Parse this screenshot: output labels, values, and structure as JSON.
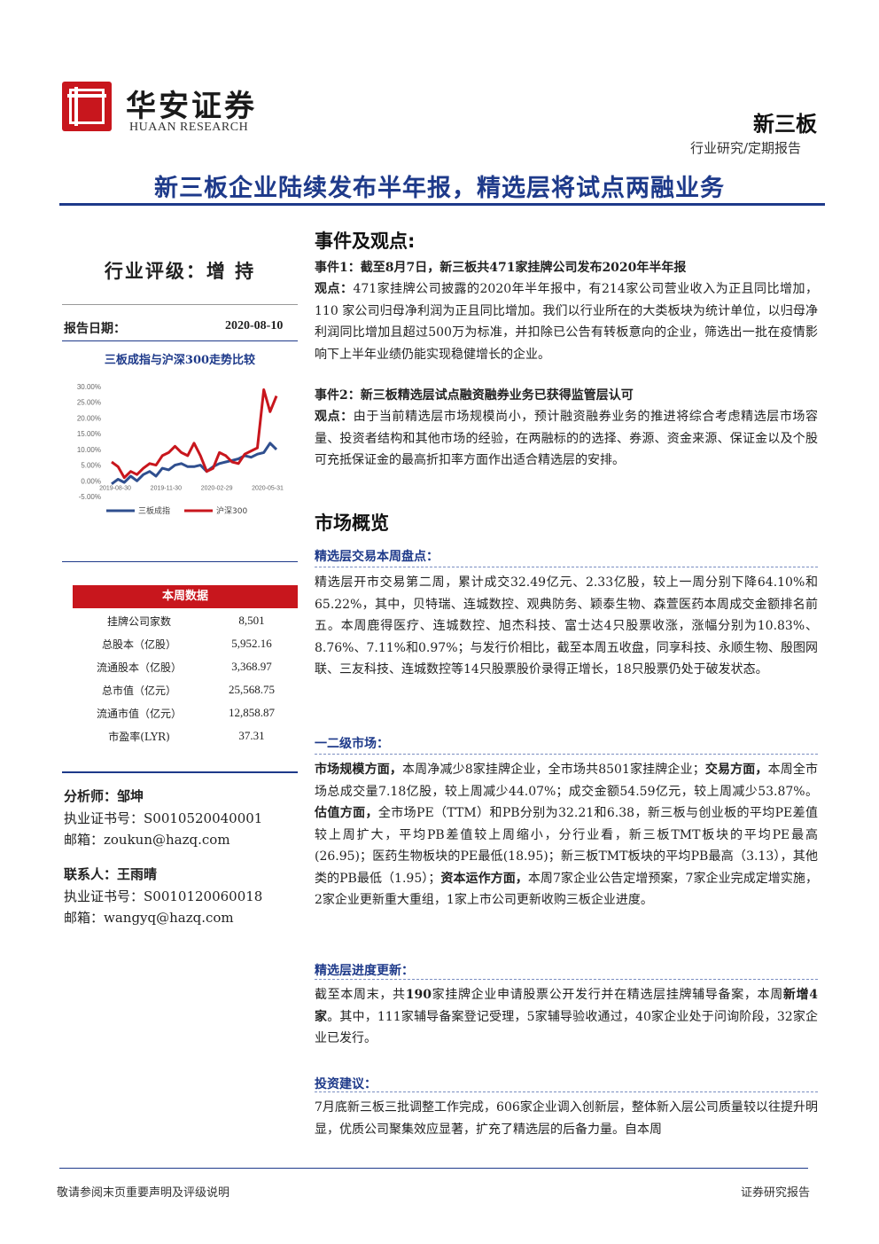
{
  "header": {
    "brand_cn": "华安证券",
    "brand_en": "HUAAN RESEARCH",
    "sector": "新三板",
    "report_type": "行业研究/定期报告"
  },
  "title": "新三板企业陆续发布半年报，精选层将试点两融业务",
  "sidebar": {
    "rating": "行业评级：增 持",
    "date_label": "报告日期：",
    "date_value": "2020-08-10",
    "chart_title": "三板成指与沪深300走势比较",
    "table_title": "本周数据",
    "table_rows": [
      {
        "k": "挂牌公司家数",
        "v": "8,501"
      },
      {
        "k": "总股本（亿股）",
        "v": "5,952.16"
      },
      {
        "k": "流通股本（亿股）",
        "v": "3,368.97"
      },
      {
        "k": "总市值（亿元）",
        "v": "25,568.75"
      },
      {
        "k": "流通市值（亿元）",
        "v": "12,858.87"
      },
      {
        "k": "市盈率(LYR)",
        "v": "37.31"
      }
    ],
    "analyst_label": "分析师：",
    "analyst_name": "邹坤",
    "analyst_cert": "执业证书号：S0010520040001",
    "analyst_email": "邮箱：zoukun@hazq.com",
    "contact_label": "联系人：",
    "contact_name": "王雨晴",
    "contact_cert": "执业证书号：S0010120060018",
    "contact_email": "邮箱：wangyq@hazq.com"
  },
  "chart_data": {
    "type": "line",
    "title": "三板成指与沪深300走势比较",
    "y_ticks": [
      "30.00%",
      "25.00%",
      "20.00%",
      "15.00%",
      "10.00%",
      "5.00%",
      "0.00%",
      "-5.00%"
    ],
    "x_ticks": [
      "2019-08-30",
      "2019-11-30",
      "2020-02-29",
      "2020-05-31"
    ],
    "ylim": [
      -5,
      30
    ],
    "series": [
      {
        "name": "三板成指",
        "color": "#2f4f8f",
        "values": [
          -1.0,
          0.5,
          -0.5,
          1.5,
          0.0,
          2.0,
          3.0,
          1.5,
          4.0,
          3.5,
          5.0,
          5.5,
          4.5,
          4.5,
          5.0,
          3.0,
          4.5,
          5.5,
          6.0,
          6.5,
          7.0,
          8.0,
          7.5,
          8.5,
          9.0,
          12.0,
          10.0
        ]
      },
      {
        "name": "沪深300",
        "color": "#c8161d",
        "values": [
          6.0,
          4.5,
          1.0,
          3.0,
          2.0,
          4.0,
          5.5,
          5.0,
          8.0,
          9.0,
          11.0,
          9.0,
          8.0,
          12.0,
          8.0,
          3.0,
          4.0,
          9.0,
          8.0,
          6.0,
          5.5,
          8.5,
          9.5,
          10.5,
          29.0,
          22.0,
          27.0
        ]
      }
    ]
  },
  "main": {
    "h_events": "事件及观点:",
    "event1_title": "事件1：截至8月7日，新三板共471家挂牌公司发布2020年半年报",
    "view_label": "观点：",
    "event1_text": "471家挂牌公司披露的2020年半年报中，有214家公司营业收入为正且同比增加，110 家公司归母净利润为正且同比增加。我们以行业所在的大类板块为统计单位，以归母净利润同比增加且超过500万为标准，并扣除已公告有转板意向的企业，筛选出一批在疫情影响下上半年业绩仍能实现稳健增长的企业。",
    "event2_title": "事件2：新三板精选层试点融资融券业务已获得监管层认可",
    "event2_text": "由于当前精选层市场规模尚小，预计融资融券业务的推进将综合考虑精选层市场容量、投资者结构和其他市场的经验，在两融标的的选择、券源、资金来源、保证金以及个股可充抵保证金的最高折扣率方面作出适合精选层的安排。",
    "h_market": "市场概览",
    "sub1": "精选层交易本周盘点：",
    "sub1_text": "精选层开市交易第二周，累计成交32.49亿元、2.33亿股，较上一周分别下降64.10%和65.22%，其中，贝特瑞、连城数控、观典防务、颖泰生物、森萱医药本周成交金额排名前五。本周鹿得医疗、连城数控、旭杰科技、富士达4只股票收涨，涨幅分别为10.83%、8.76%、7.11%和0.97%；与发行价相比，截至本周五收盘，同享科技、永顺生物、殷图网联、三友科技、连城数控等14只股票股价录得正增长，18只股票仍处于破发状态。",
    "sub2": "一二级市场：",
    "sub2_b1": "市场规模方面，",
    "sub2_t1": "本周净减少8家挂牌企业，全市场共8501家挂牌企业；",
    "sub2_b2": "交易方面，",
    "sub2_t2": "本周全市场总成交量7.18亿股，较上周减少44.07%；成交金额54.59亿元，较上周减少53.87%。",
    "sub2_b3": "估值方面，",
    "sub2_t3": "全市场PE（TTM）和PB分别为32.21和6.38，新三板与创业板的平均PE差值较上周扩大，平均PB差值较上周缩小，分行业看，新三板TMT板块的平均PE最高(26.95)；医药生物板块的PE最低(18.95)；新三板TMT板块的平均PB最高（3.13），其他类的PB最低（1.95）；",
    "sub2_b4": "资本运作方面，",
    "sub2_t4": "本周7家企业公告定增预案，7家企业完成定增实施，2家企业更新重大重组，1家上市公司更新收购三板企业进度。",
    "sub3": "精选层进度更新：",
    "sub3_t1": "截至本周末，共",
    "sub3_b1": "190",
    "sub3_t2": "家挂牌企业申请股票公开发行并在精选层挂牌辅导备案，本周",
    "sub3_b2": "新增4家",
    "sub3_t3": "。其中，111家辅导备案登记受理，5家辅导验收通过，40家企业处于问询阶段，32家企业已发行。",
    "sub4": "投资建议：",
    "sub4_text": "7月底新三板三批调整工作完成，606家企业调入创新层，整体新入层公司质量较以往提升明显，优质公司聚集效应显著，扩充了精选层的后备力量。自本周"
  },
  "footer": {
    "left": "敬请参阅末页重要声明及评级说明",
    "right": "证券研究报告"
  }
}
